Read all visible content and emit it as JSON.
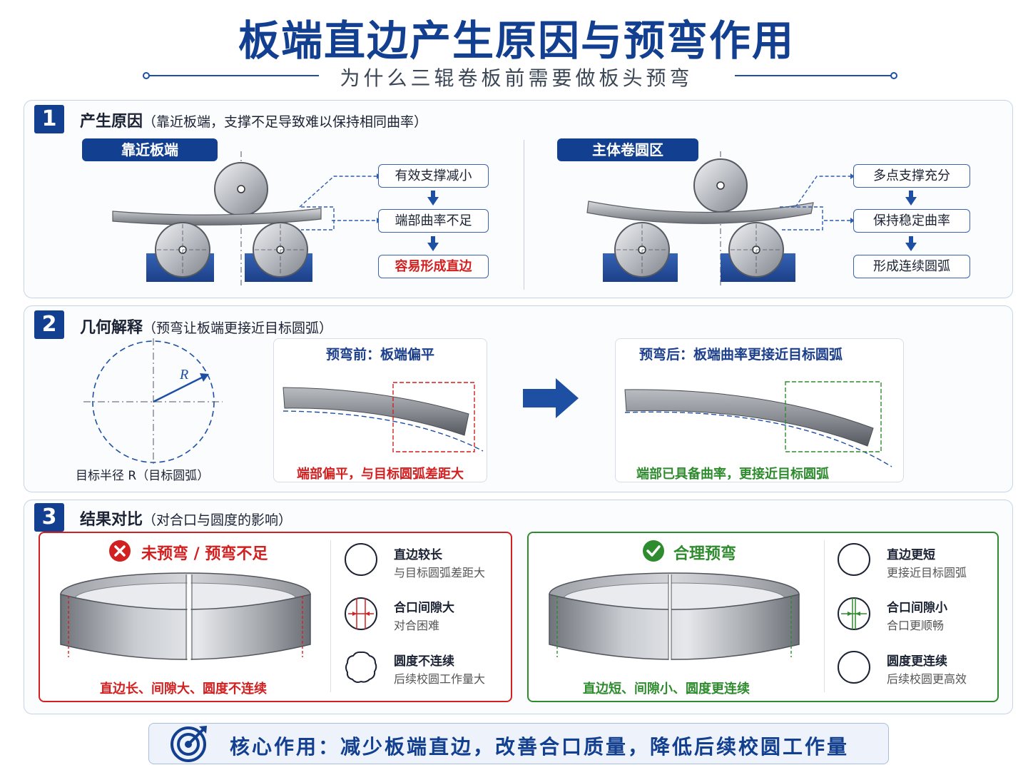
{
  "header": {
    "title": "板端直边产生原因与预弯作用",
    "subtitle": "为什么三辊卷板前需要做板头预弯"
  },
  "section1": {
    "number": "1",
    "title": "产生原因",
    "note": "（靠近板端，支撑不足导致难以保持相同曲率）",
    "left": {
      "tag": "靠近板端",
      "steps": [
        "有效支撑减小",
        "端部曲率不足",
        "容易形成直边"
      ]
    },
    "right": {
      "tag": "主体卷圆区",
      "steps": [
        "多点支撑充分",
        "保持稳定曲率",
        "形成连续圆弧"
      ]
    }
  },
  "section2": {
    "number": "2",
    "title": "几何解释",
    "note": "（预弯让板端更接近目标圆弧）",
    "circle_radius_label": "R",
    "circle_caption": "目标半径  R（目标圆弧）",
    "before": {
      "title": "预弯前：板端偏平",
      "caption": "端部偏平，与目标圆弧差距大"
    },
    "after": {
      "title": "预弯后：板端曲率更接近目标圆弧",
      "caption": "端部已具备曲率，更接近目标圆弧"
    }
  },
  "section3": {
    "number": "3",
    "title": "结果对比",
    "note": "（对合口与圆度的影响）",
    "bad": {
      "heading": "未预弯 / 预弯不足",
      "caption": "直边长、间隙大、圆度不连续",
      "items": [
        {
          "title": "直边较长",
          "sub": "与目标圆弧差距大"
        },
        {
          "title": "合口间隙大",
          "sub": "对合困难"
        },
        {
          "title": "圆度不连续",
          "sub": "后续校圆工作量大"
        }
      ]
    },
    "good": {
      "heading": "合理预弯",
      "caption": "直边短、间隙小、圆度更连续",
      "items": [
        {
          "title": "直边更短",
          "sub": "更接近目标圆弧"
        },
        {
          "title": "合口间隙小",
          "sub": "合口更顺畅"
        },
        {
          "title": "圆度更连续",
          "sub": "后续校圆更高效"
        }
      ]
    }
  },
  "core": {
    "label": "核心作用：",
    "text": "减少板端直边，改善合口质量，降低后续校圆工作量"
  },
  "colors": {
    "primary": "#123f8f",
    "bad": "#d21f1f",
    "good": "#2e8b2e"
  }
}
